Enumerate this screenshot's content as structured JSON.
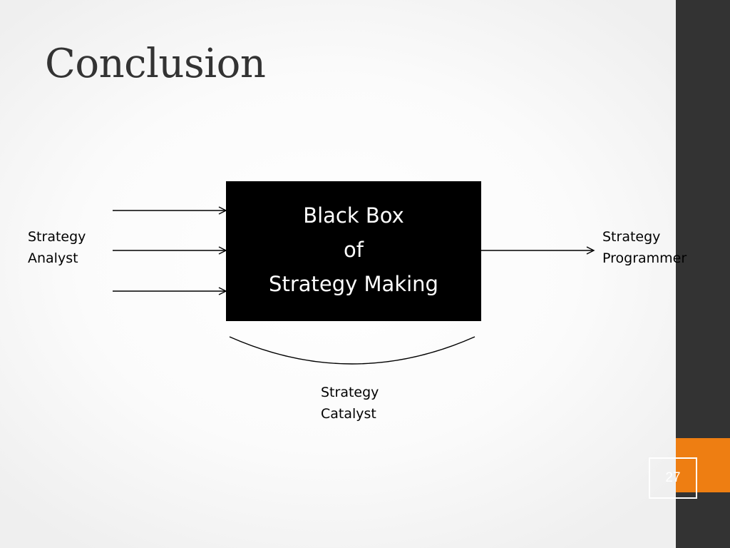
{
  "slide": {
    "title": "Conclusion",
    "page_number": "27",
    "accent_color": "#EE7E12",
    "sidebar_color": "#333333"
  },
  "diagram": {
    "box_lines": [
      "Black Box",
      "of",
      "Strategy Making"
    ],
    "inputs_label_lines": [
      "Strategy",
      "Analyst"
    ],
    "output_label_lines": [
      "Strategy",
      "Programmer"
    ],
    "bottom_label_lines": [
      "Strategy",
      "Catalyst"
    ],
    "input_arrow_count": 3,
    "output_arrow_count": 1
  }
}
